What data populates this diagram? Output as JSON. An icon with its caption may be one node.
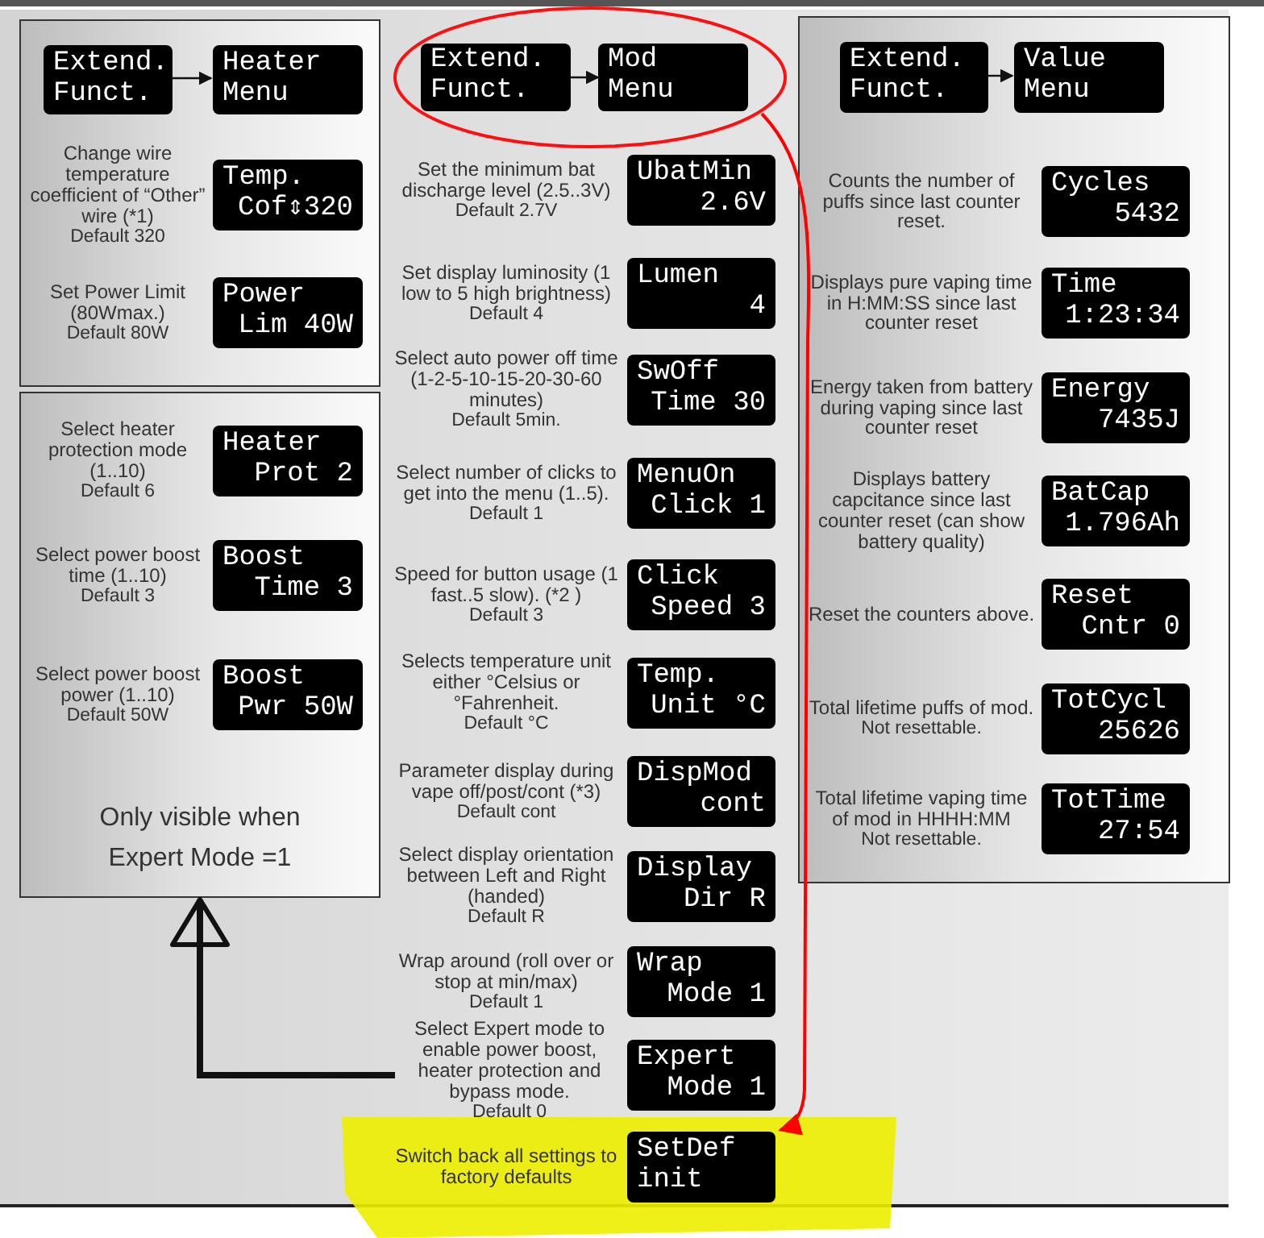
{
  "diagram": {
    "nodes": [
      {
        "text": [],
        "shape": "box"
      },
      {
        "text": [
          "Extend.",
          "Funct."
        ],
        "in": 0
      },
      {
        "text": [
          "Heater",
          "Menu"
        ],
        "in": 0
      },
      {
        "text": [
          "Temp.",
          "Cof⇕320"
        ],
        "in": 0,
        "beside": [
          "Change wire temperature coefficient of “Other” wire (*1)",
          "Default 320"
        ]
      },
      {
        "text": [
          "Power",
          "Lim 40W"
        ],
        "in": 0,
        "beside": [
          "Set Power Limit (80Wmax.)",
          "Default 80W"
        ]
      },
      {
        "text": [
          "Only visible when Expert Mode =1"
        ]
      },
      {
        "text": [
          "Heater",
          "Prot 2"
        ],
        "in": 5,
        "beside": [
          "Select heater protection mode (1..10)",
          "Default 6"
        ]
      },
      {
        "text": [
          "Boost",
          "Time 3"
        ],
        "in": 5,
        "beside": [
          "Select power boost time (1..10)",
          "Default 3"
        ]
      },
      {
        "text": [
          "Boost",
          "Pwr 50W"
        ],
        "in": 5,
        "beside": [
          "Select power boost power (1..10)",
          "Default 50W"
        ]
      },
      {
        "text": [],
        "shape": "ellipse"
      },
      {
        "text": [
          "Extend.",
          "Funct."
        ],
        "in": 9
      },
      {
        "text": [
          "Mod",
          "Menu"
        ],
        "in": 9
      },
      {
        "text": [
          "UbatMin",
          "2.6V"
        ],
        "beside": [
          "Set the minimum bat discharge level (2.5..3V)",
          "Default 2.7V"
        ]
      },
      {
        "text": [
          "Lumen",
          "4"
        ],
        "beside": [
          "Set display luminosity (1 low to 5 high brightness)",
          "Default 4"
        ]
      },
      {
        "text": [
          "SwOff",
          "Time 30"
        ],
        "beside": [
          "Select auto power off time (1-2-5-10-15-20-30-60 minutes)",
          "Default 5min."
        ]
      },
      {
        "text": [
          "MenuOn",
          "Click 1"
        ],
        "beside": [
          "Select number of clicks to get into the menu (1..5).",
          "Default 1"
        ]
      },
      {
        "text": [
          "Click",
          "Speed 3"
        ],
        "beside": [
          "Speed for button usage (1 fast..5 slow). (*2 )",
          "Default 3"
        ]
      },
      {
        "text": [
          "Temp.",
          "Unit °C"
        ],
        "beside": [
          "Selects temperature unit either °Celsius or °Fahrenheit.",
          "Default °C"
        ]
      },
      {
        "text": [
          "DispMod",
          "cont"
        ],
        "beside": [
          "Parameter display during vape off/post/cont (*3)",
          "Default cont"
        ]
      },
      {
        "text": [
          "Display",
          "Dir R"
        ],
        "beside": [
          "Select display orientation between Left and Right (handed)",
          "Default R"
        ]
      },
      {
        "text": [
          "Wrap",
          "Mode 1"
        ],
        "beside": [
          "Wrap around (roll over or stop at min/max)",
          "Default 1"
        ]
      },
      {
        "text": [
          "Select Expert mode to enable power boost, heater protection and bypass mode.",
          "Default 0"
        ]
      },
      {
        "text": [
          "Expert",
          "Mode 1"
        ]
      },
      {
        "text": [
          "SetDef",
          "init"
        ],
        "beside": [
          "Switch back all settings to factory defaults"
        ]
      },
      {
        "text": [],
        "shape": "box"
      },
      {
        "text": [
          "Extend.",
          "Funct."
        ],
        "in": 24
      },
      {
        "text": [
          "Value",
          "Menu"
        ],
        "in": 24
      },
      {
        "text": [
          "Cycles",
          "5432"
        ],
        "in": 24,
        "beside": [
          "Counts the number of puffs since last counter reset."
        ]
      },
      {
        "text": [
          "Time",
          "1:23:34"
        ],
        "in": 24,
        "beside": [
          "Displays pure vaping time in H:MM:SS since last counter reset"
        ]
      },
      {
        "text": [
          "Energy",
          "7435J"
        ],
        "in": 24,
        "beside": [
          "Energy taken from battery during vaping since last counter reset"
        ]
      },
      {
        "text": [
          "BatCap",
          "1.796Ah"
        ],
        "in": 24,
        "beside": [
          "Displays battery capcitance since last counter reset (can show battery quality)"
        ]
      },
      {
        "text": [
          "Reset",
          "Cntr 0"
        ],
        "in": 24,
        "beside": [
          "Reset the counters above."
        ]
      },
      {
        "text": [
          "TotCycl",
          "25626"
        ],
        "in": 24,
        "beside": [
          "Total lifetime puffs of mod.",
          "Not resettable."
        ]
      },
      {
        "text": [
          "TotTime",
          "27:54"
        ],
        "in": 24,
        "beside": [
          "Total lifetime vaping time of mod in HHHH:MM",
          "Not resettable."
        ]
      }
    ],
    "edges": [
      {
        "from": 1,
        "to": 2,
        "arrow": "to"
      },
      {
        "from": 10,
        "to": 11,
        "arrow": "to"
      },
      {
        "from": 25,
        "to": 26,
        "arrow": "to"
      },
      {
        "from": 21,
        "to": 5,
        "arrow": "to",
        "style": "thick"
      },
      {
        "from": 9,
        "to": 23,
        "arrow": "to",
        "color": "#ff0000"
      }
    ]
  }
}
